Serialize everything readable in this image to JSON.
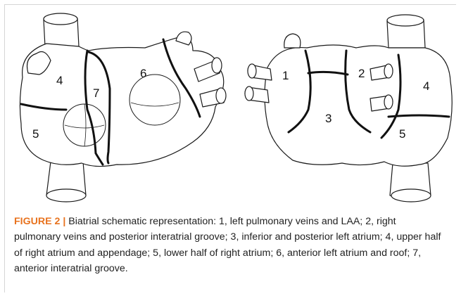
{
  "figure": {
    "label": "FIGURE 2 |",
    "caption": "Biatrial schematic representation: 1, left pulmonary veins and LAA; 2, right pulmonary veins and posterior interatrial groove; 3, inferior and posterior left atrium; 4, upper half of right atrium and appendage; 5, lower half of right atrium; 6, anterior left atrium and roof; 7, anterior interatrial groove."
  },
  "left_view": {
    "region_labels": [
      "4",
      "7",
      "6",
      "5"
    ]
  },
  "right_view": {
    "region_labels": [
      "1",
      "2",
      "4",
      "3",
      "5"
    ]
  },
  "colors": {
    "caption_label": "#e8731f",
    "stroke": "#1a1a1a"
  }
}
